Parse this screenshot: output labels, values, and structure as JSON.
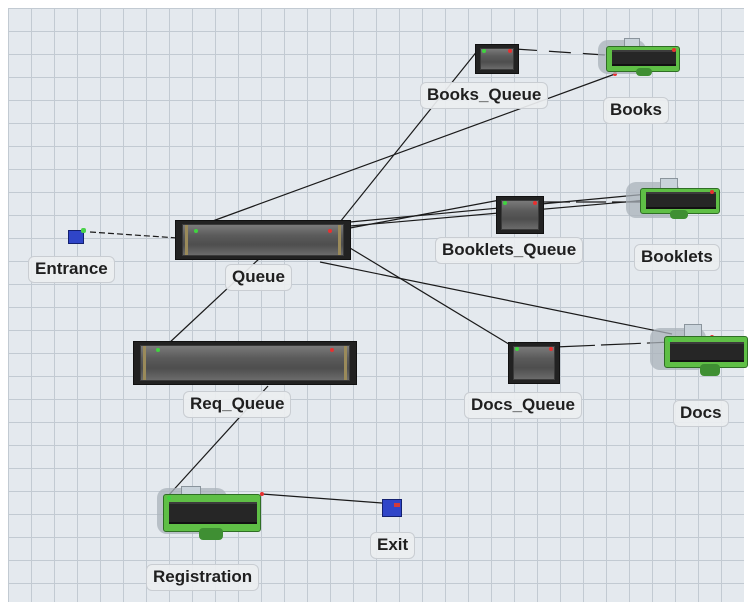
{
  "labels": {
    "entrance": "Entrance",
    "queue": "Queue",
    "req_queue": "Req_Queue",
    "registration": "Registration",
    "exit": "Exit",
    "books_queue": "Books_Queue",
    "books": "Books",
    "booklets_queue": "Booklets_Queue",
    "booklets": "Booklets",
    "docs_queue": "Docs_Queue",
    "docs": "Docs"
  },
  "connections": [
    [
      "Entrance",
      "Queue"
    ],
    [
      "Queue",
      "Books_Queue"
    ],
    [
      "Queue",
      "Books"
    ],
    [
      "Queue",
      "Booklets_Queue"
    ],
    [
      "Queue",
      "Booklets"
    ],
    [
      "Queue",
      "Docs_Queue"
    ],
    [
      "Queue",
      "Docs"
    ],
    [
      "Queue",
      "Req_Queue"
    ],
    [
      "Req_Queue",
      "Registration"
    ],
    [
      "Registration",
      "Exit"
    ],
    [
      "Books_Queue",
      "Books"
    ],
    [
      "Booklets_Queue",
      "Booklets"
    ],
    [
      "Docs_Queue",
      "Docs"
    ]
  ],
  "colors": {
    "floor": "#e4e9ee",
    "grid": "#c2cad2",
    "wire": "#1a1a1a",
    "processor_green": "#5fbf46",
    "node_blue": "#2f45c8"
  }
}
